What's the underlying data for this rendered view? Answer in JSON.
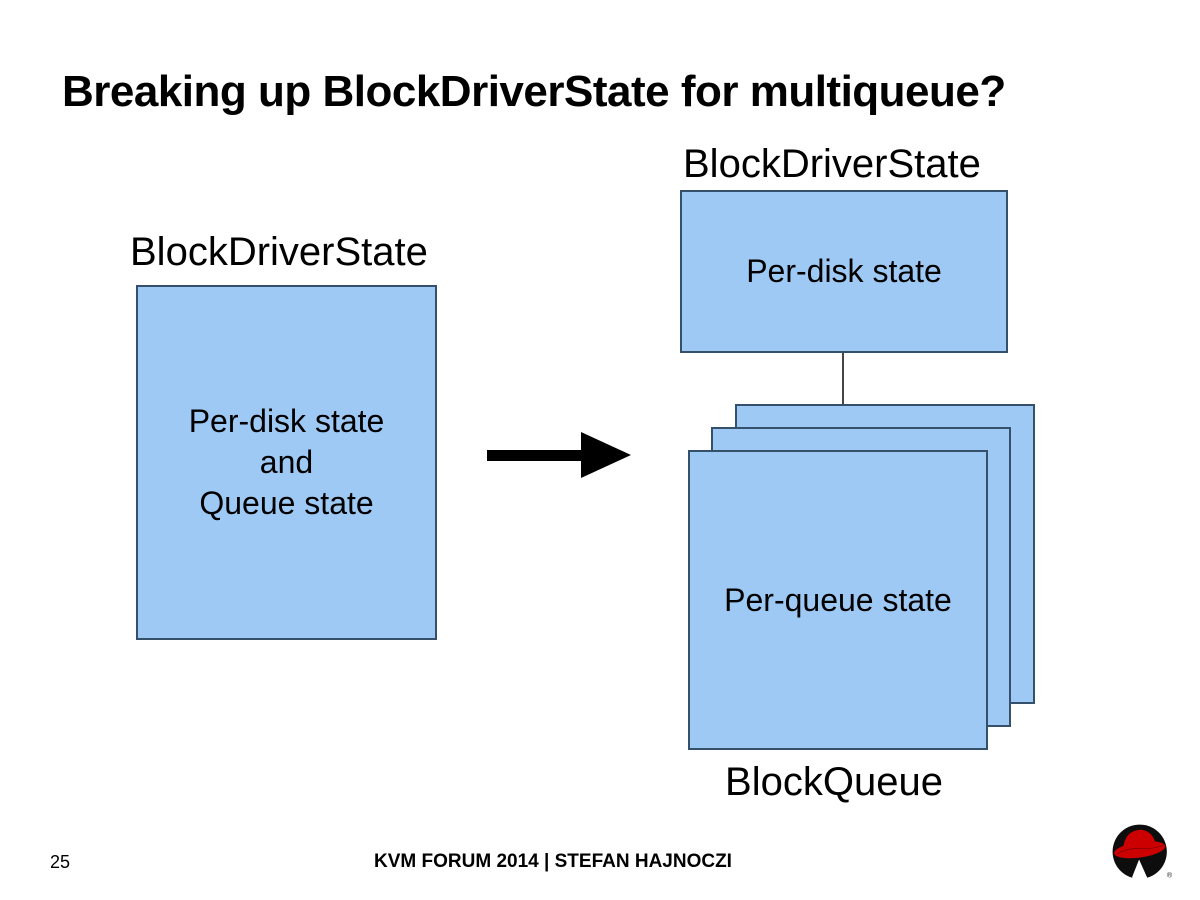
{
  "slide": {
    "title": "Breaking up BlockDriverState for multiqueue?",
    "page_number": "25",
    "footer": "KVM FORUM 2014 | STEFAN HAJNOCZI"
  },
  "diagram": {
    "left": {
      "label": "BlockDriverState",
      "box_lines": [
        "Per-disk state",
        "and",
        "Queue state"
      ]
    },
    "right": {
      "label": "BlockDriverState",
      "disk_box_text": "Per-disk state",
      "queue_box_text": "Per-queue state",
      "queue_label": "BlockQueue"
    }
  },
  "icons": {
    "arrow": "arrow-right-icon",
    "logo": "redhat-shadowman-logo"
  },
  "colors": {
    "box_fill": "#9DC9F4",
    "box_border": "#35506B",
    "arrow": "#000000",
    "connector": "#444444",
    "logo_red": "#CC0000",
    "logo_black": "#0D0D0D"
  }
}
